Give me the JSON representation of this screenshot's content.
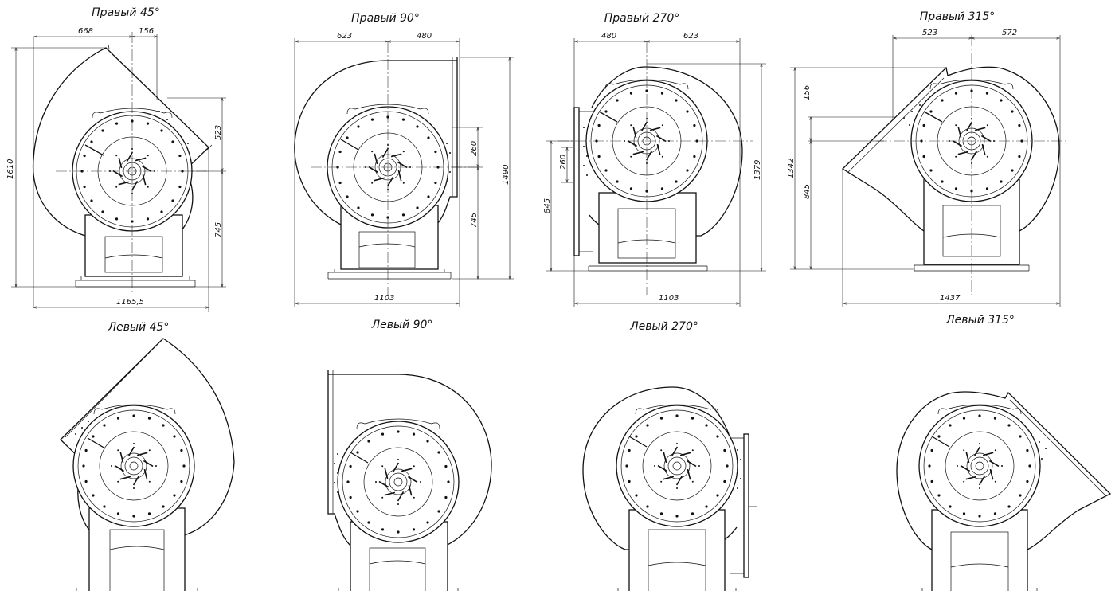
{
  "views": [
    {
      "id": "pr45",
      "title": "Правый 45°",
      "dims": [
        "668",
        "156",
        "1610",
        "523",
        "745",
        "1165,5"
      ]
    },
    {
      "id": "pr90",
      "title": "Правый 90°",
      "dims": [
        "623",
        "480",
        "260",
        "1490",
        "745",
        "1103"
      ]
    },
    {
      "id": "pr270",
      "title": "Правый 270°",
      "dims": [
        "480",
        "623",
        "260",
        "845",
        "1379",
        "1103"
      ]
    },
    {
      "id": "pr315",
      "title": "Правый 315°",
      "dims": [
        "523",
        "572",
        "156",
        "1342",
        "845",
        "1437"
      ]
    },
    {
      "id": "lv45",
      "title": "Левый 45°",
      "dims": []
    },
    {
      "id": "lv90",
      "title": "Левый 90°",
      "dims": []
    },
    {
      "id": "lv270",
      "title": "Левый 270°",
      "dims": []
    },
    {
      "id": "lv315",
      "title": "Левый 315°",
      "dims": []
    }
  ]
}
